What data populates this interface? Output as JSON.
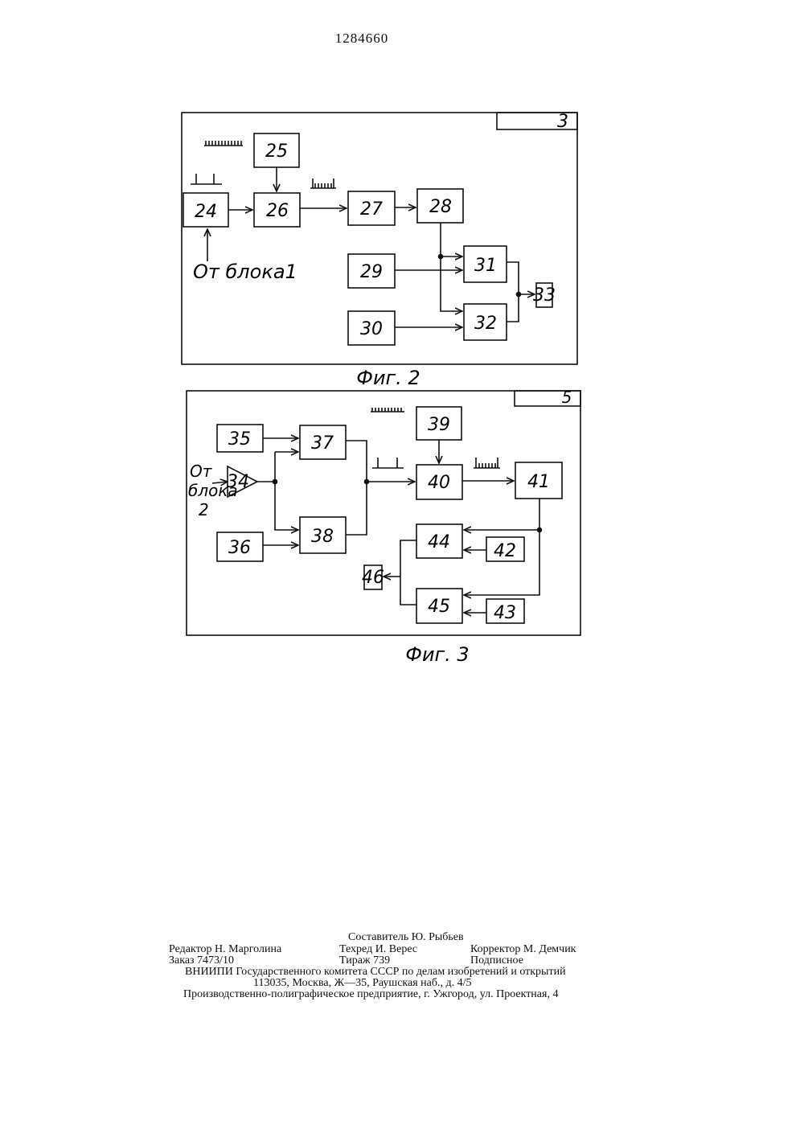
{
  "patent_number": "1284660",
  "fig2": {
    "caption": "Фиг. 2",
    "frame_label": "3",
    "source_text": "От блока1",
    "blocks": [
      "24",
      "25",
      "26",
      "27",
      "28",
      "29",
      "30",
      "31",
      "32",
      "33"
    ]
  },
  "fig3": {
    "caption": "Фиг. 3",
    "frame_label": "5",
    "source_text_line1": "От",
    "source_text_line2": "блока",
    "source_text_line3": "2",
    "blocks": [
      "34",
      "35",
      "36",
      "37",
      "38",
      "39",
      "40",
      "41",
      "42",
      "43",
      "44",
      "45",
      "46"
    ]
  },
  "imprint": {
    "compiler": "Составитель Ю. Рыбьев",
    "editor": "Редактор Н. Марголина",
    "techred": "Техред И. Верес",
    "corrector": "Корректор М. Демчик",
    "order": "Заказ 7473/10",
    "circulation": "Тираж 739",
    "subscription": "Подписное",
    "org": "ВНИИПИ Государственного комитета СССР по делам изобретений и открытий",
    "address": "113035, Москва, Ж—35, Раушская наб., д. 4/5",
    "printer": "Производственно-полиграфическое предприятие, г. Ужгород, ул. Проектная, 4"
  }
}
